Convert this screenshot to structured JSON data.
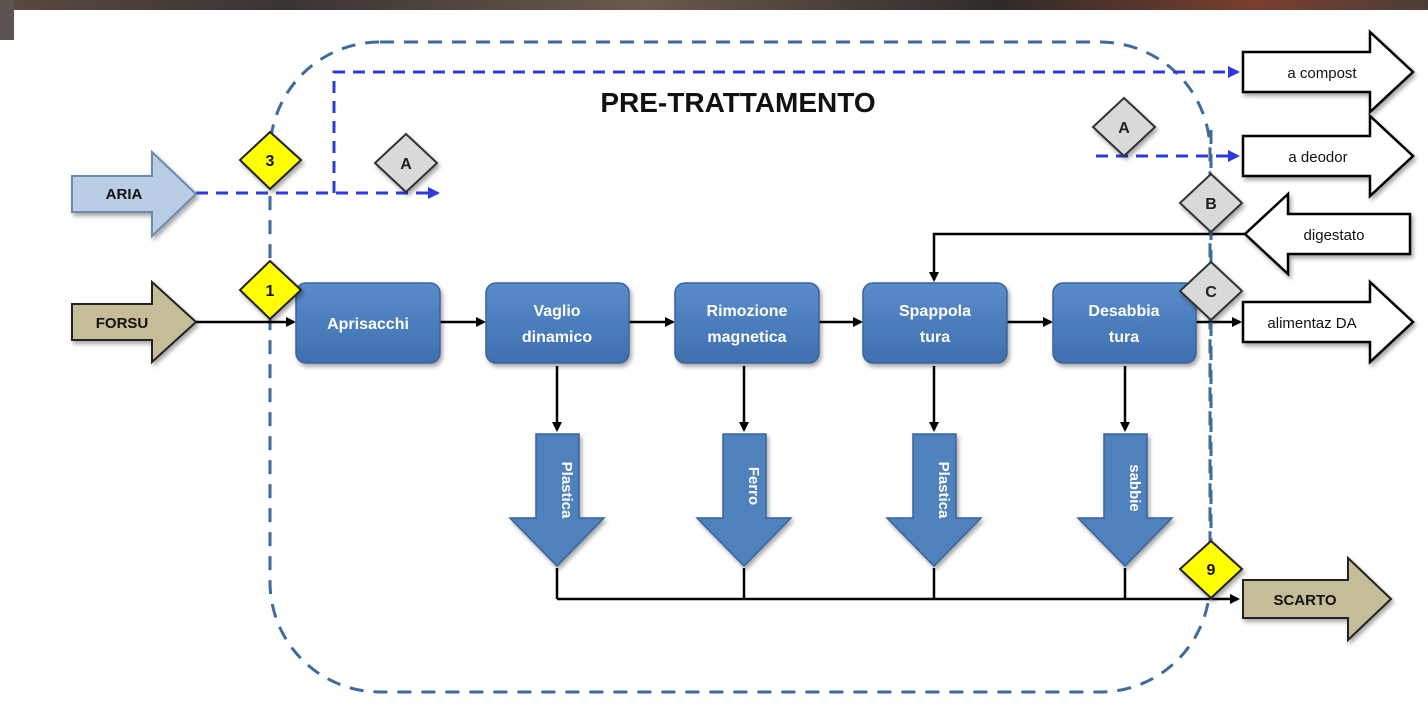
{
  "title": "PRE-TRATTAMENTO",
  "inputs": {
    "aria": "ARIA",
    "forsu": "FORSU",
    "digestato": "digestato"
  },
  "outputs": {
    "a_compost": "a compost",
    "a_deodor": "a deodor",
    "alimentaz_da": "alimentaz DA",
    "scarto": "SCARTO"
  },
  "steps": [
    {
      "line1": "Aprisacchi",
      "line2": ""
    },
    {
      "line1": "Vaglio",
      "line2": "dinamico"
    },
    {
      "line1": "Rimozione",
      "line2": "magnetica"
    },
    {
      "line1": "Spappola",
      "line2": "tura"
    },
    {
      "line1": "Desabbia",
      "line2": "tura"
    }
  ],
  "rejects": [
    "Plastica",
    "Ferro",
    "Plastica",
    "sabbie"
  ],
  "markers": {
    "yellow_3": "3",
    "yellow_1": "1",
    "yellow_9": "9",
    "gray_a_left": "A",
    "gray_a_right": "A",
    "gray_b": "B",
    "gray_c": "C"
  },
  "colors": {
    "process_box": "#4f81bd",
    "aria_arrow": "#b9cde5",
    "forsu_arrow": "#c4bd97",
    "air_line": "#2e3bdc",
    "boundary": "#3f6a9e",
    "marker_yellow": "#ffff00",
    "marker_gray": "#d9d9d9"
  }
}
